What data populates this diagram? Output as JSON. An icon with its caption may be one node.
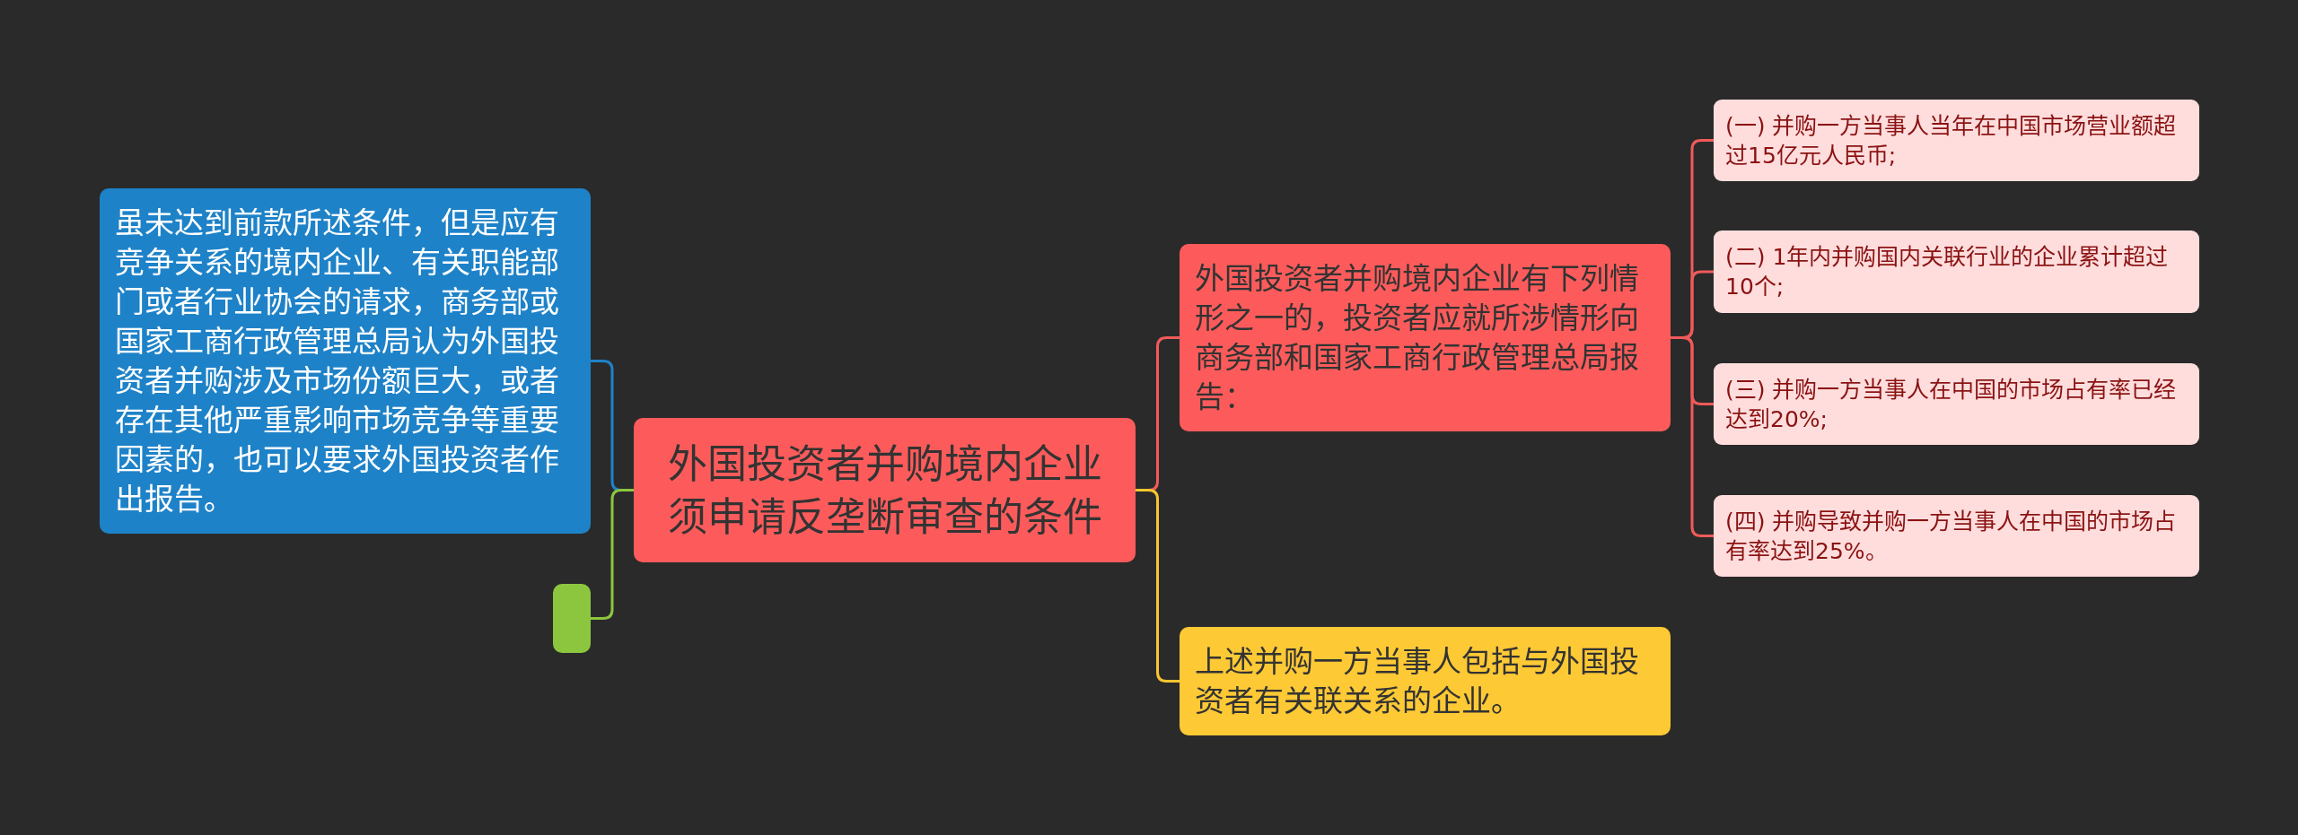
{
  "diagram": {
    "nodes": [
      {
        "text": [
          "外国投资者并购境内企业须申请反垄断审查的条件"
        ]
      },
      {
        "text": [
          "虽未达到前款所述条件，但是应有竞争关系的境内企业、有关职能部门或者行业协会的请求，商务部或国家工商行政管理总局认为外国投资者并购涉及市场份额巨大，或者存在其他严重影响市场竞争等重要因素的，也可以要求外国投资者作出报告。"
        ]
      },
      {
        "text": [],
        "shape": "box"
      },
      {
        "text": [
          "外国投资者并购境内企业有下列情形之一的，投资者应就所涉情形向商务部和国家工商行政管理总局报告："
        ]
      },
      {
        "text": [
          "(一) 并购一方当事人当年在中国市场营业额超过15亿元人民币;"
        ]
      },
      {
        "text": [
          "(二) 1年内并购国内关联行业的企业累计超过10个;"
        ]
      },
      {
        "text": [
          "(三) 并购一方当事人在中国的市场占有率已经达到20%;"
        ]
      },
      {
        "text": [
          "(四) 并购导致并购一方当事人在中国的市场占有率达到25%。"
        ]
      },
      {
        "text": [
          "上述并购一方当事人包括与外国投资者有关联关系的企业。"
        ]
      }
    ],
    "edges": [
      {
        "from": 0,
        "to": 1,
        "arrow": "none",
        "color": "#1e82c8"
      },
      {
        "from": 0,
        "to": 2,
        "arrow": "none",
        "color": "#8cc63f"
      },
      {
        "from": 0,
        "to": 3,
        "arrow": "none"
      },
      {
        "from": 0,
        "to": 8,
        "arrow": "none",
        "color": "#f7c531"
      },
      {
        "from": 3,
        "to": 4,
        "arrow": "none"
      },
      {
        "from": 3,
        "to": 5,
        "arrow": "none"
      },
      {
        "from": 3,
        "to": 6,
        "arrow": "none"
      },
      {
        "from": 3,
        "to": 7,
        "arrow": "none"
      }
    ]
  }
}
